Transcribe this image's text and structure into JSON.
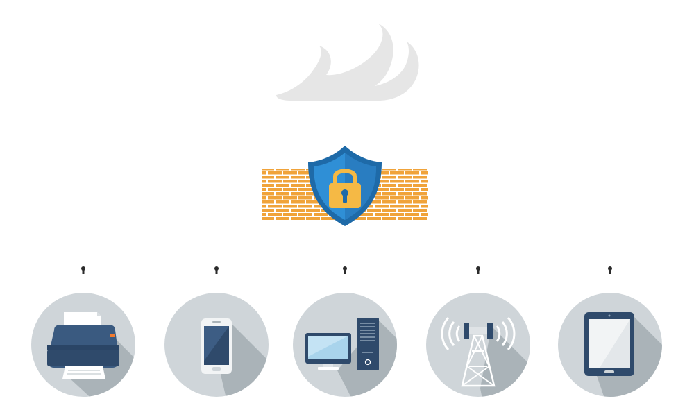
{
  "diagram": {
    "nodes": [
      {
        "id": "cloud",
        "icon": "cloud-icon",
        "kind": "internet"
      },
      {
        "id": "firewall",
        "icon": "firewall-shield-lock-icon",
        "kind": "firewall"
      },
      {
        "id": "printer",
        "icon": "printer-icon",
        "kind": "device"
      },
      {
        "id": "smartphone",
        "icon": "smartphone-icon",
        "kind": "device"
      },
      {
        "id": "desktop",
        "icon": "desktop-computer-icon",
        "kind": "device"
      },
      {
        "id": "cell-tower",
        "icon": "cell-tower-icon",
        "kind": "device"
      },
      {
        "id": "tablet",
        "icon": "tablet-icon",
        "kind": "device"
      }
    ],
    "connections": [
      {
        "from": "cloud",
        "to": "firewall"
      },
      {
        "from": "firewall",
        "to": "printer",
        "marker": "keyhole-icon"
      },
      {
        "from": "firewall",
        "to": "smartphone",
        "marker": "keyhole-icon"
      },
      {
        "from": "firewall",
        "to": "desktop",
        "marker": "keyhole-icon"
      },
      {
        "from": "firewall",
        "to": "cell-tower",
        "marker": "keyhole-icon"
      },
      {
        "from": "firewall",
        "to": "tablet",
        "marker": "keyhole-icon"
      }
    ]
  },
  "colors": {
    "cloud": "#e6e6e6",
    "brick": "#f0a33a",
    "mortar": "#ffffff",
    "shield_outer": "#1e6aa8",
    "shield_inner": "#2f8fd6",
    "lock": "#f5b945",
    "device_circle": "#cfd5d9",
    "long_shadow": "#aab3b8",
    "device_dark": "#2f4a6b",
    "keyhole": "#2b2b2b"
  }
}
